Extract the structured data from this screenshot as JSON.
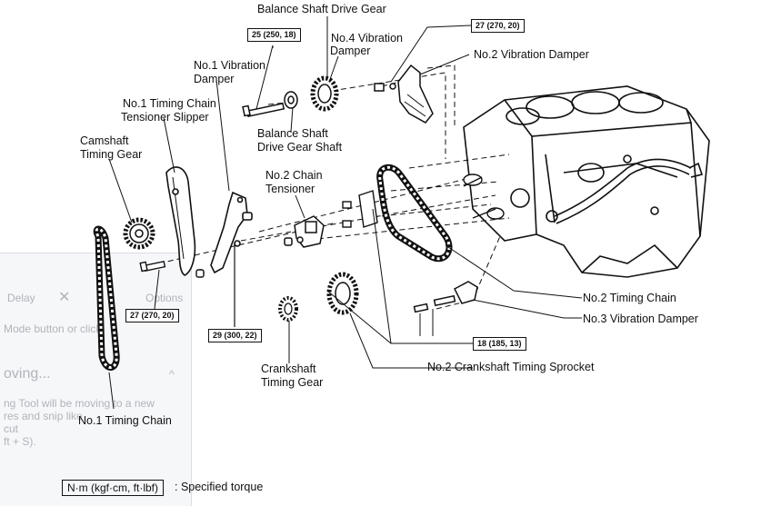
{
  "labels": {
    "balance_shaft_drive_gear": "Balance Shaft Drive Gear",
    "no4_vibration_damper_1": "No.4 Vibration",
    "no4_vibration_damper_2": "Damper",
    "no2_vibration_damper": "No.2 Vibration Damper",
    "no1_vibration_damper_1": "No.1 Vibration",
    "no1_vibration_damper_2": "Damper",
    "no1_tensioner_slipper_1": "No.1 Timing Chain",
    "no1_tensioner_slipper_2": "Tensioner Slipper",
    "camshaft_timing_gear_1": "Camshaft",
    "camshaft_timing_gear_2": "Timing Gear",
    "balance_shaft_gear_shaft_1": "Balance Shaft",
    "balance_shaft_gear_shaft_2": "Drive Gear Shaft",
    "no2_chain_tensioner_1": "No.2 Chain",
    "no2_chain_tensioner_2": "Tensioner",
    "no2_timing_chain": "No.2 Timing Chain",
    "no3_vibration_damper": "No.3 Vibration Damper",
    "crankshaft_timing_gear_1": "Crankshaft",
    "crankshaft_timing_gear_2": "Timing Gear",
    "no2_crankshaft_sprocket": "No.2 Crankshaft Timing Sprocket",
    "no1_timing_chain": "No.1 Timing Chain"
  },
  "torques": {
    "t_25": "25 (250, 18)",
    "t_27_top": "27 (270, 20)",
    "t_27_left": "27 (270, 20)",
    "t_29": "29 (300, 22)",
    "t_18": "18 (185, 13)"
  },
  "legend": {
    "unit_box": "N·m (kgf·cm, ft·lbf)",
    "caption": ": Specified torque"
  },
  "overlay": {
    "delay": "Delay",
    "options": "Options",
    "mode_hint": "Mode button or click",
    "moving": "oving...",
    "line1": "ng Tool will be moving to a new",
    "line2": "res and snip like",
    "line3": "cut",
    "line4": "ft + S)."
  }
}
